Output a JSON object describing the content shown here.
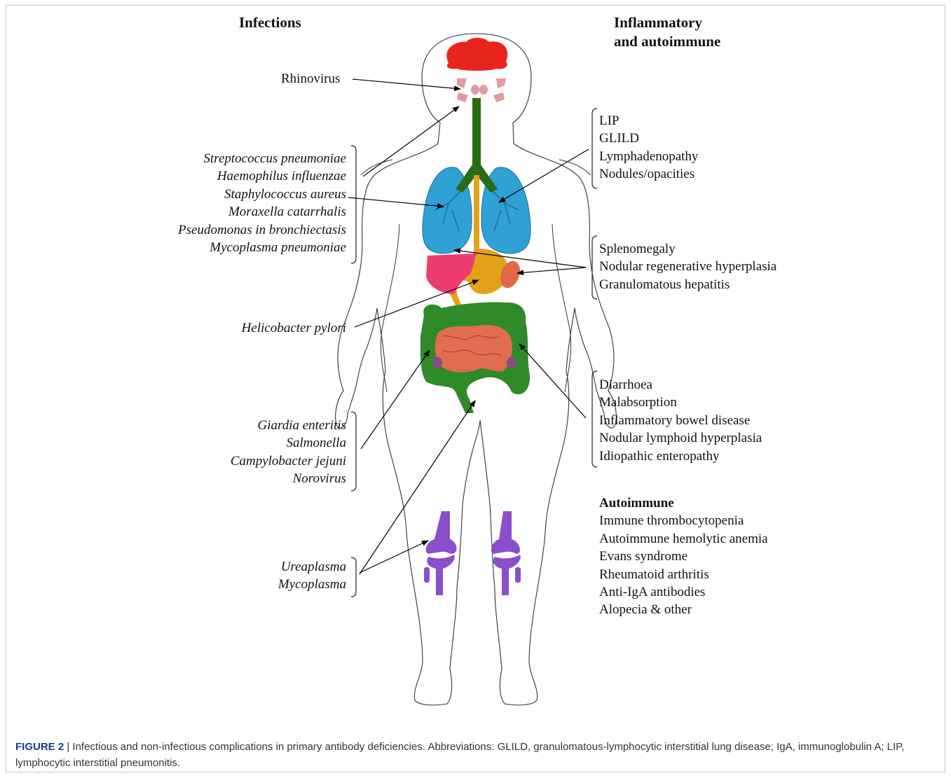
{
  "headers": {
    "infections": "Infections",
    "inflammatory": [
      "Inflammatory",
      "and autoimmune"
    ]
  },
  "left_labels": {
    "rhinovirus": "Rhinovirus",
    "respiratory_bacteria": [
      "Streptococcus pneumoniae",
      "Haemophilus influenzae",
      "Staphylococcus aureus",
      "Moraxella catarrhalis",
      "Pseudomonas in bronchiectasis",
      "Mycoplasma pneumoniae"
    ],
    "helicobacter": "Helicobacter pylori",
    "gut_infections": [
      "Giardia enteritis",
      "Salmonella",
      "Campylobacter jejuni",
      "Norovirus"
    ],
    "joint_infections": [
      "Ureaplasma",
      "Mycoplasma"
    ]
  },
  "right_labels": {
    "lung": [
      "LIP",
      "GLILD",
      "Lymphadenopathy",
      "Nodules/opacities"
    ],
    "liver_spleen": [
      "Splenomegaly",
      "Nodular regenerative hyperplasia",
      "Granulomatous hepatitis"
    ],
    "gut": [
      "Diarrhoea",
      "Malabsorption",
      "Inflammatory bowel disease",
      "Nodular lymphoid hyperplasia",
      "Idiopathic enteropathy"
    ],
    "autoimmune_title": "Autoimmune",
    "autoimmune": [
      "Immune thrombocytopenia",
      "Autoimmune hemolytic anemia",
      "Evans syndrome",
      "Rheumatoid arthritis",
      "Anti-IgA antibodies",
      "Alopecia & other"
    ]
  },
  "caption": {
    "figure_label": "FIGURE 2",
    "text": " | Infectious and non-infectious complications in primary antibody deficiencies. Abbreviations: GLILD, granulomatous-lymphocytic interstitial lung disease; IgA, immunoglobulin A; LIP, lymphocytic interstitial pneumonitis."
  },
  "colors": {
    "brain": "#e8251c",
    "sinus": "#e39aa0",
    "trachea": "#2a6b17",
    "lungs": "#2fa1d4",
    "esophagus": "#e3a21a",
    "liver": "#ef3c6e",
    "spleen": "#e2674a",
    "colon": "#2f8b2a",
    "small_intestine": "#e06c52",
    "appendix_nodes": "#8a4a86",
    "bones": "#8a4fc9"
  }
}
